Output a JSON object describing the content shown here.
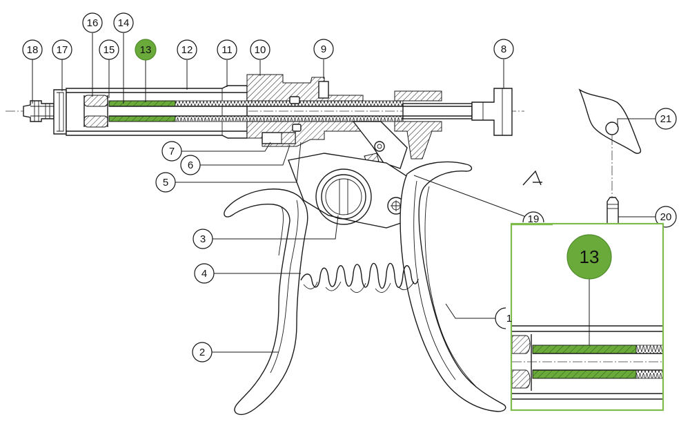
{
  "accent_color": "#6aaa3a",
  "detail_frame_color": "#7dbb4a",
  "highlighted_part": "13",
  "callouts": {
    "c18": "18",
    "c17": "17",
    "c16": "16",
    "c15": "15",
    "c14": "14",
    "c13": "13",
    "c12": "12",
    "c11": "11",
    "c10": "10",
    "c9": "9",
    "c8": "8",
    "c7": "7",
    "c6": "6",
    "c5": "5",
    "c4": "4",
    "c3": "3",
    "c2": "2",
    "c1": "1",
    "c21": "21",
    "c20": "20",
    "c19": "19"
  },
  "detail": {
    "label": "13"
  }
}
